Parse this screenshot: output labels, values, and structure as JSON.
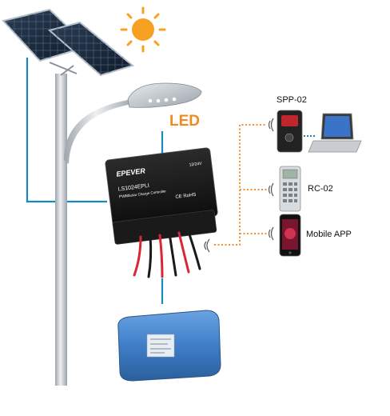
{
  "labels": {
    "led": "LED",
    "spp": "SPP-02",
    "rc": "RC-02",
    "app": "Mobile APP"
  },
  "controller": {
    "brand": "EPEVER",
    "model": "LS1024EPLI",
    "line2": "PWM",
    "line3": "Solar Charge Controller",
    "tag": "12/24V",
    "badge": "CE RoHS"
  },
  "colors": {
    "wire": "#1b86b8",
    "dots": "#f09030",
    "led_text": "#f08a1e",
    "sun": "#f7a021",
    "battery": "#3f7ec8",
    "pole": "#c8cdd2"
  }
}
